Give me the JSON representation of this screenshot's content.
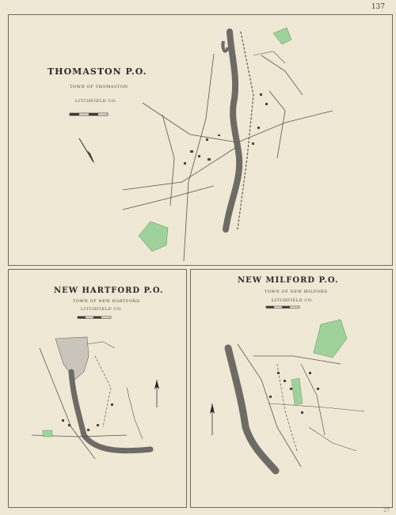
{
  "page_number": "137",
  "maps": [
    {
      "title": "THOMASTON P.O.",
      "town": "TOWN OF THOMASTON",
      "county": "LITCHFIELD CO."
    },
    {
      "title": "NEW HARTFORD P.O.",
      "town": "TOWN OF NEW HARTFORD",
      "county": "LITCHFIELD CO."
    },
    {
      "title": "NEW MILFORD P.O.",
      "town": "TOWN OF NEW MILFORD",
      "county": "LITCHFIELD CO."
    }
  ],
  "colors": {
    "paper": "#eee8d4",
    "park_green": "#9fd29a",
    "river_gray": "#6e6b67",
    "line": "#5a574f"
  },
  "footer": "27"
}
